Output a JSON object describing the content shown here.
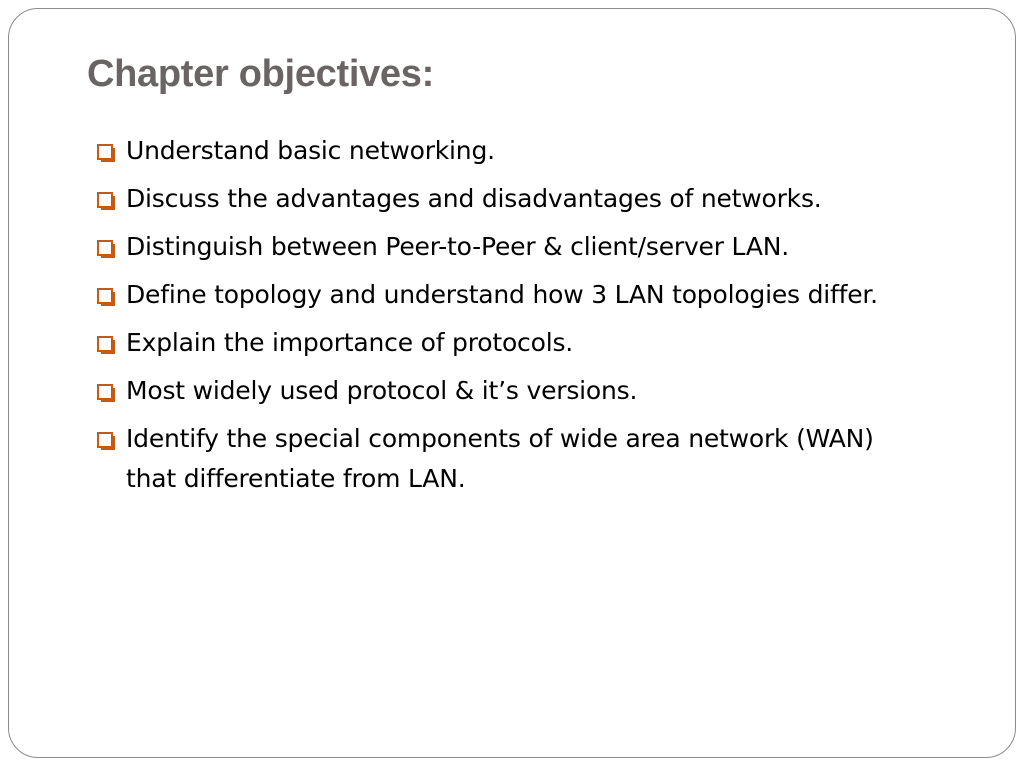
{
  "slide": {
    "title": "Chapter objectives:",
    "bullet_color": "#c55a11",
    "objectives": [
      "Understand basic networking.",
      "Discuss the advantages and disadvantages of networks.",
      "Distinguish between Peer-to-Peer & client/server LAN.",
      "Define topology and understand how 3 LAN topologies differ.",
      "Explain the importance of protocols.",
      "Most widely used protocol & it’s versions.",
      "Identify the special components of wide area network (WAN) that differentiate from LAN."
    ]
  }
}
